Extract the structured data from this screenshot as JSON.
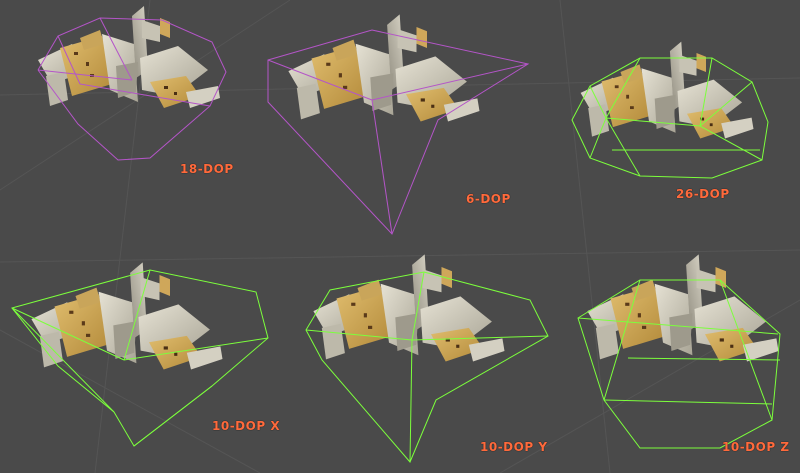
{
  "viewport": {
    "background": "#4a4a4a",
    "label_color": "#ff6a3c",
    "hull_colors": {
      "purple": "#b455c8",
      "green": "#7cff3c"
    }
  },
  "panels": [
    {
      "id": "18dop",
      "label": "18-DOP",
      "hull_color": "purple"
    },
    {
      "id": "6dop",
      "label": "6-DOP",
      "hull_color": "purple"
    },
    {
      "id": "26dop",
      "label": "26-DOP",
      "hull_color": "green"
    },
    {
      "id": "10dopx",
      "label": "10-DOP X",
      "hull_color": "green"
    },
    {
      "id": "10dopy",
      "label": "10-DOP Y",
      "hull_color": "green"
    },
    {
      "id": "10dopz",
      "label": "10-DOP Z",
      "hull_color": "green"
    }
  ]
}
